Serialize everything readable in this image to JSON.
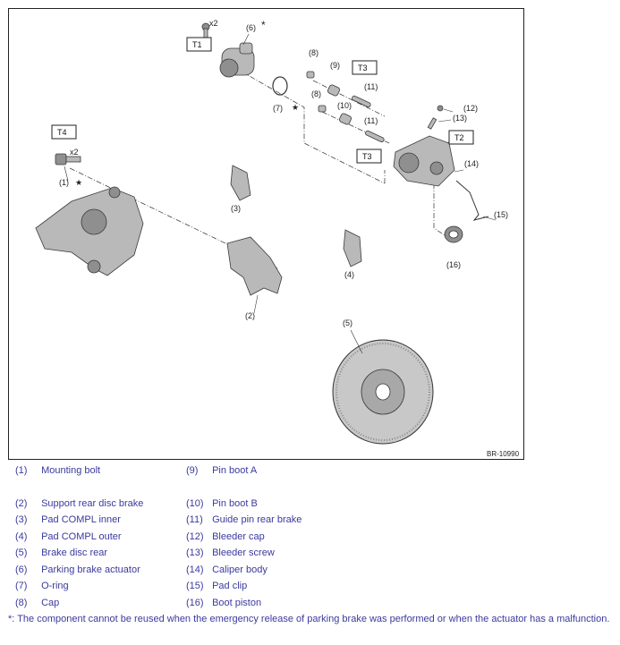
{
  "figure": {
    "code": "BR-10990",
    "callouts": [
      "(1)",
      "(2)",
      "(3)",
      "(4)",
      "(5)",
      "(6)",
      "(7)",
      "(8)",
      "(8)",
      "(9)",
      "(10)",
      "(11)",
      "(11)",
      "(12)",
      "(13)",
      "(14)",
      "(15)",
      "(16)"
    ],
    "torque_tags": [
      "T1",
      "T2",
      "T3",
      "T3",
      "T4"
    ],
    "quantity_marks": [
      "x2",
      "x2"
    ],
    "star_mark": "★",
    "asterisk_mark": "*"
  },
  "legend": {
    "left": [
      {
        "num": "(1)",
        "name": "Mounting bolt"
      },
      {
        "num": "(2)",
        "name": "Support rear disc brake"
      },
      {
        "num": "(3)",
        "name": "Pad COMPL inner"
      },
      {
        "num": "(4)",
        "name": "Pad COMPL outer"
      },
      {
        "num": "(5)",
        "name": "Brake disc rear"
      },
      {
        "num": "(6)",
        "name": "Parking brake actuator"
      },
      {
        "num": "(7)",
        "name": "O-ring"
      },
      {
        "num": "(8)",
        "name": "Cap"
      }
    ],
    "right": [
      {
        "num": "(9)",
        "name": "Pin boot A"
      },
      {
        "num": "(10)",
        "name": "Pin boot B"
      },
      {
        "num": "(11)",
        "name": "Guide pin rear brake"
      },
      {
        "num": "(12)",
        "name": "Bleeder cap"
      },
      {
        "num": "(13)",
        "name": "Bleeder screw"
      },
      {
        "num": "(14)",
        "name": "Caliper body"
      },
      {
        "num": "(15)",
        "name": "Pad clip"
      },
      {
        "num": "(16)",
        "name": "Boot piston"
      }
    ]
  },
  "footnote": "*: The component cannot be reused when the emergency release of parking brake was performed or when the actuator has a malfunction."
}
